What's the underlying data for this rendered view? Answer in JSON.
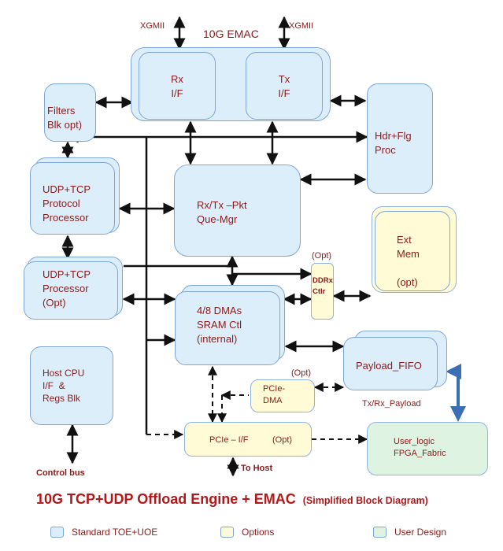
{
  "diagram": {
    "top": {
      "xgmii_left": "XGMII",
      "xgmii_right": "XGMII",
      "emac_title": "10G EMAC"
    },
    "blocks": {
      "rx": "Rx\nI/F",
      "tx": "Tx\nI/F",
      "filters": "Filters\nBlk opt)",
      "hdr": "Hdr+Flg\nProc",
      "udp_tcp_proto": "UDP+TCP\nProtocol\nProcessor",
      "pkt_que": "Rx/Tx –Pkt\nQue-Mgr",
      "ext_mem": "Ext\nMem\n\n(opt)",
      "udp_tcp_opt": "UDP+TCP\nProcessor\n(Opt)",
      "ddrx_opt_label": "(Opt)",
      "ddrx": "DDRx\nCtlr",
      "dma": "4/8 DMAs\nSRAM Ctl\n(internal)",
      "payload_fifo": "Payload_FIFO",
      "payload_caption": "Tx/Rx_Payload",
      "host_cpu": "Host CPU\nI/F  &\nRegs Blk",
      "pcie_dma_opt_label": "(Opt)",
      "pcie_dma": "PCIe-\nDMA",
      "pcie_if": "PCIe – I/F",
      "pcie_if_opt": "(Opt)",
      "user_logic": "User_logic\nFPGA_Fabric",
      "control_bus": "Control bus",
      "to_host": "To Host"
    },
    "title": "10G TCP+UDP Offload Engine + EMAC",
    "subtitle": "(Simplified Block Diagram)",
    "legend": [
      {
        "label": "Standard TOE+UOE",
        "color": "#ddeefb"
      },
      {
        "label": "Options",
        "color": "#fffbd6"
      },
      {
        "label": "User Design",
        "color": "#dff3e3"
      }
    ]
  }
}
